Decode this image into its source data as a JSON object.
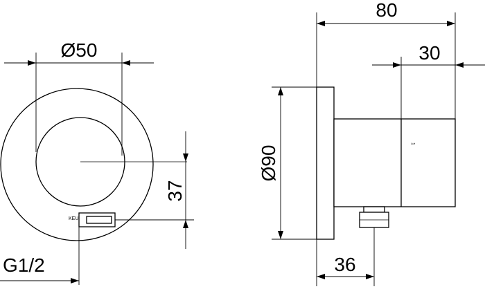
{
  "front_view": {
    "dim_outer_diameter": "Ø50",
    "dim_offset": "37",
    "thread_label": "G1/2",
    "brand_mark": "KEU"
  },
  "side_view": {
    "dim_total_depth": "80",
    "dim_body_depth": "30",
    "dim_plate_diameter": "Ø90",
    "dim_outlet_position": "36",
    "body_mark": "1"
  },
  "colors": {
    "line": "#000000",
    "background": "#ffffff"
  }
}
